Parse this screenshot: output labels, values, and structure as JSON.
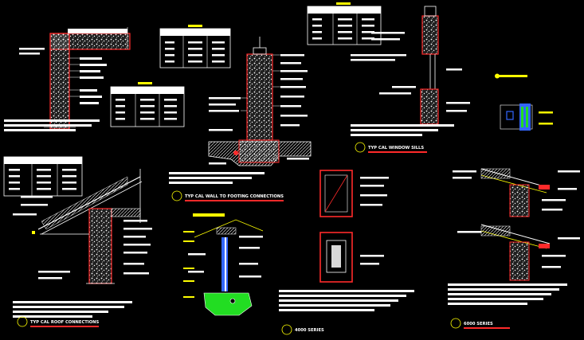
{
  "colors": {
    "background": "#000000",
    "linework": "#ffffff",
    "masonry_outline": "#ff2a2a",
    "highlight": "#ffff00",
    "green_fill": "#22dd22",
    "blue_fill": "#3366ff"
  },
  "titles": [
    {
      "label": "TYP CAL ROOF CONNECTIONS"
    },
    {
      "label": "TYP CAL WALL TO FOOTING CONNECTIONS"
    },
    {
      "label": "TYP CAL WINDOW SILLS"
    },
    {
      "label": "4000 SERIES"
    },
    {
      "label": "6000 SERIES"
    }
  ]
}
